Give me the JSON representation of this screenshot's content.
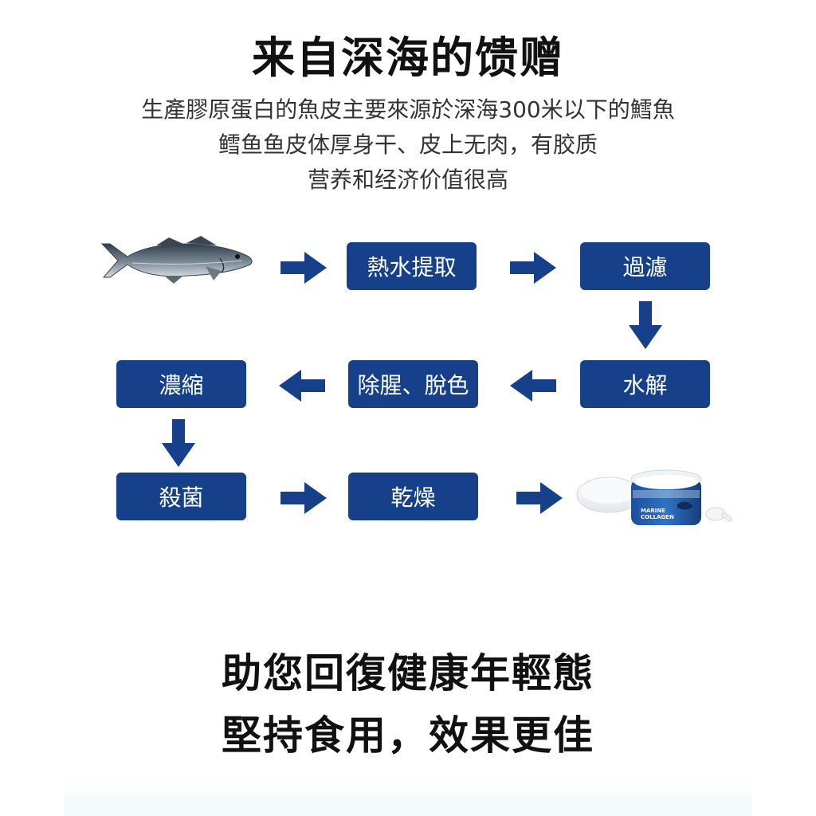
{
  "title": "来自深海的馈赠",
  "description": [
    "生產膠原蛋白的魚皮主要來源於深海300米以下的鱈魚",
    "鳕鱼鱼皮体厚身干、皮上无肉，有胶质",
    "营养和经济价值很高"
  ],
  "process": {
    "steps": [
      "熱水提取",
      "過濾",
      "水解",
      "除腥、脫色",
      "濃縮",
      "殺菌",
      "乾燥"
    ]
  },
  "product": {
    "label_line1": "MARINE",
    "label_line2": "COLLAGEN"
  },
  "slogan": [
    "助您回復健康年輕態",
    "堅持食用，效果更佳"
  ],
  "colors": {
    "box": "#16418a",
    "arrow": "#16418a"
  }
}
